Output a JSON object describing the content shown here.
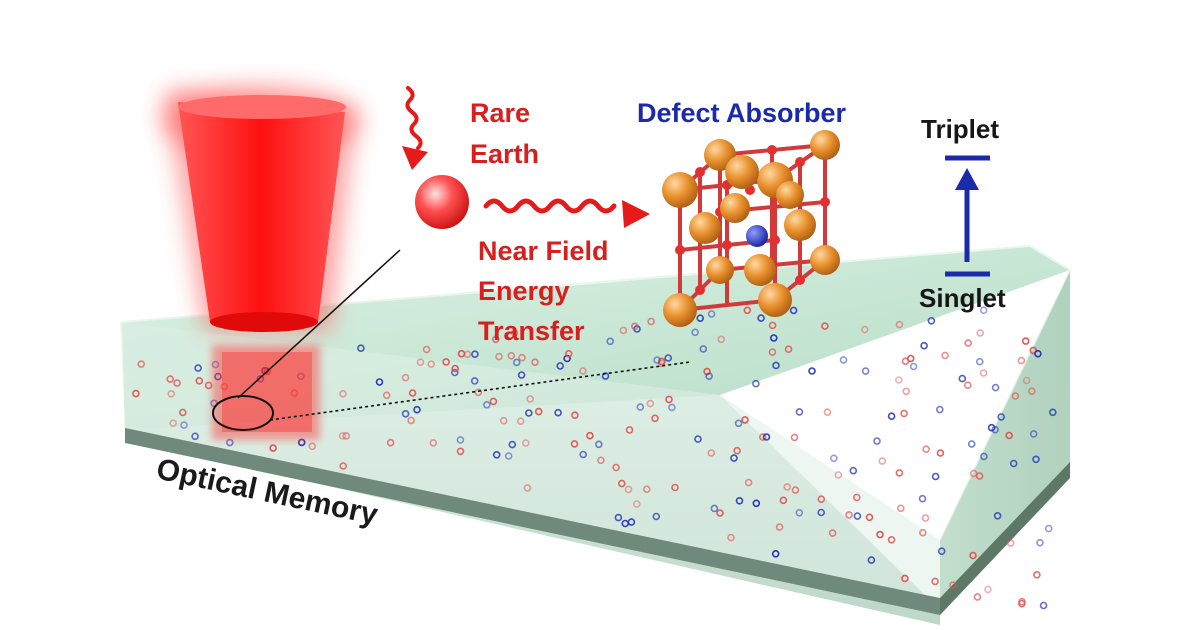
{
  "labels": {
    "rare_earth_line1": "Rare",
    "rare_earth_line2": "Earth",
    "near_field_line1": "Near Field",
    "near_field_line2": "Energy",
    "near_field_line3": "Transfer",
    "defect_absorber": "Defect Absorber",
    "triplet": "Triplet",
    "singlet": "Singlet",
    "optical_memory": "Optical Memory"
  },
  "colors": {
    "laser_red": "#ff1a1a",
    "label_red": "#d91e1e",
    "label_blue": "#1a2aa8",
    "slab_green": "#bfe3cf",
    "atom_orange": "#e08a2a",
    "bond_red": "#d23a3a",
    "particle_red": "#e0524f",
    "particle_blue": "#2233b5"
  },
  "icons": {
    "laser_beam": "red-cone-beam",
    "incoming_photon": "wavy-arrow-down",
    "rare_earth_ion": "red-sphere",
    "energy_transfer": "wavy-arrow-right",
    "crystal_lattice": "cubic-lattice",
    "transition_arrow": "up-arrow"
  }
}
